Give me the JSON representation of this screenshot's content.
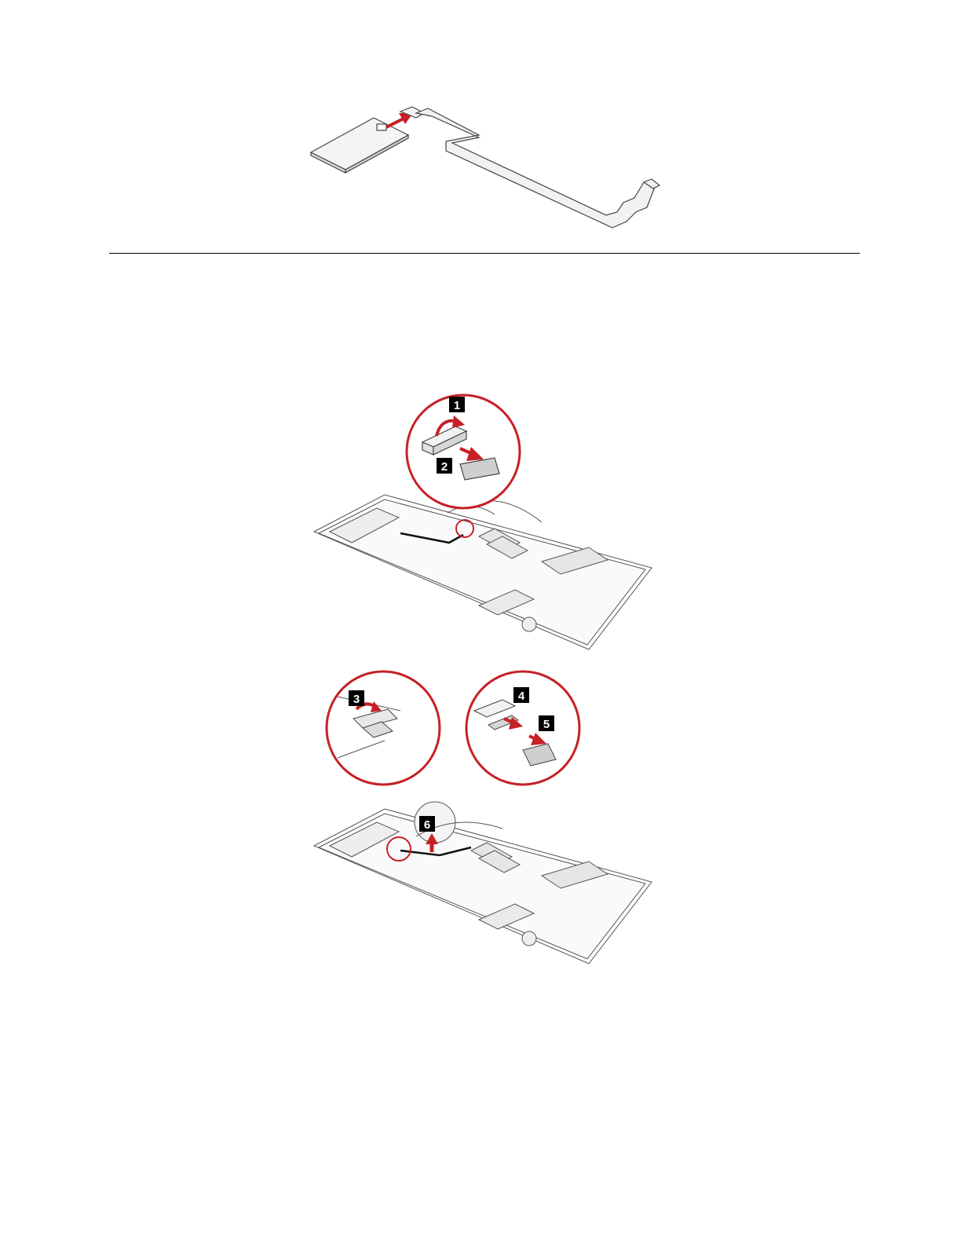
{
  "colors": {
    "accent_red": "#c62026",
    "line": "#444444",
    "fill_light": "#f2f2f2",
    "fill_mid": "#dcdcdc",
    "callout_bg": "#000000"
  },
  "callouts": {
    "c1": "1",
    "c2": "2",
    "c3": "3",
    "c4": "4",
    "c5": "5",
    "c6": "6"
  }
}
